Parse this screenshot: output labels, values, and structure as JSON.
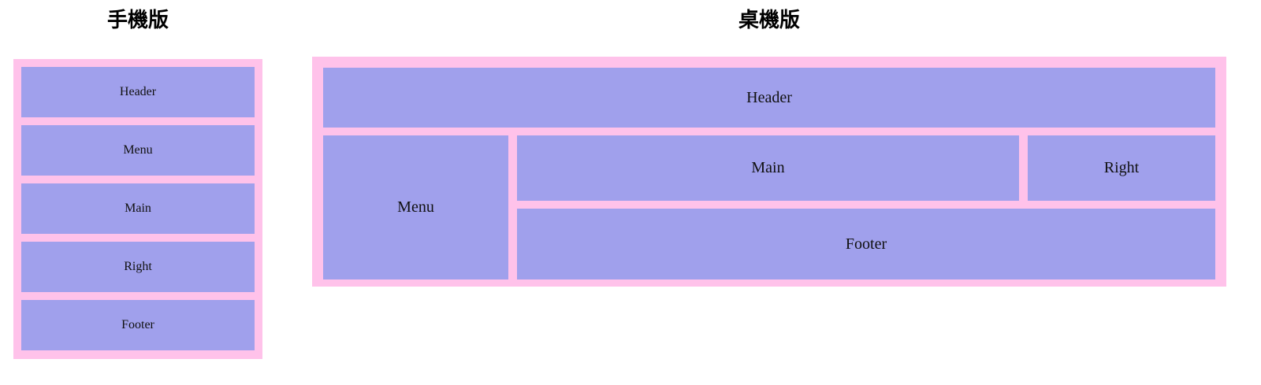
{
  "page": {
    "background_color": "#ffffff",
    "frame_color": "#ffc2ea",
    "block_color": "#a0a0ec",
    "text_color": "#111111"
  },
  "mobile": {
    "heading": "手機版",
    "blocks": [
      {
        "label": "Header"
      },
      {
        "label": "Menu"
      },
      {
        "label": "Main"
      },
      {
        "label": "Right"
      },
      {
        "label": "Footer"
      }
    ]
  },
  "desktop": {
    "heading": "桌機版",
    "blocks": [
      {
        "label": "Header"
      },
      {
        "label": "Menu"
      },
      {
        "label": "Main"
      },
      {
        "label": "Right"
      },
      {
        "label": "Footer"
      }
    ]
  }
}
